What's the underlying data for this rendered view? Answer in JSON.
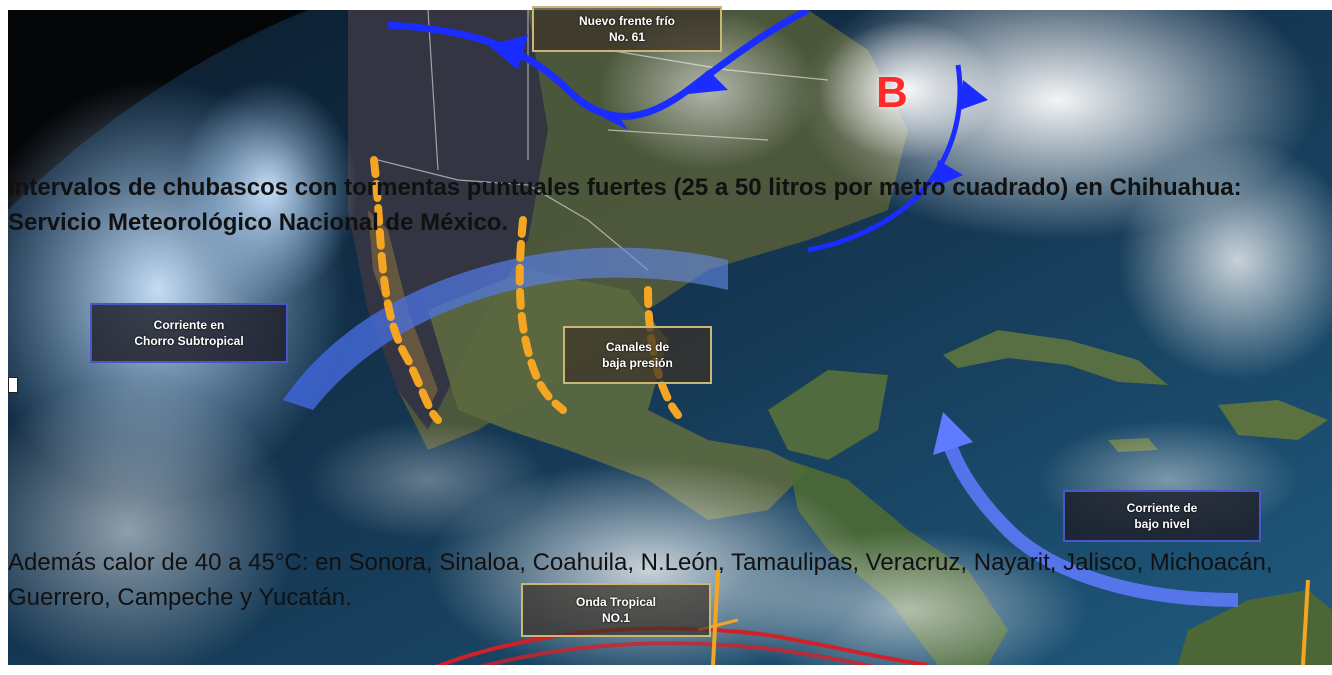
{
  "headline": "Intervalos de chubascos con tormentas puntuales fuertes (25 a 50 litros por metro cuadrado) en Chihuahua: Servicio Meteorológico Nacional de México.",
  "subline": "Además calor de 40 a 45°C: en Sonora, Sinaloa, Coahuila, N.León, Tamaulipas, Veracruz, Nayarit, Jalisco, Michoacán, Guerrero, Campeche y Yucatán.",
  "map_labels": {
    "frente": "Nuevo frente frío\nNo. 61",
    "chorro": "Corriente en\nChorro Subtropical",
    "canales": "Canales de\nbaja presión",
    "bajo_nivel": "Corriente de\nbajo nivel",
    "onda": "Onda Tropical\nNO.1",
    "baja": "B"
  },
  "colors": {
    "ocean": "#1d4a6b",
    "land": "#4d6438",
    "front_blue": "#1a2cff",
    "trough_orange": "#f4a623",
    "jet_blue": "#4c78e6",
    "tropical_wave_red": "#d2202a",
    "low_marker_red": "#ff2a2a"
  }
}
